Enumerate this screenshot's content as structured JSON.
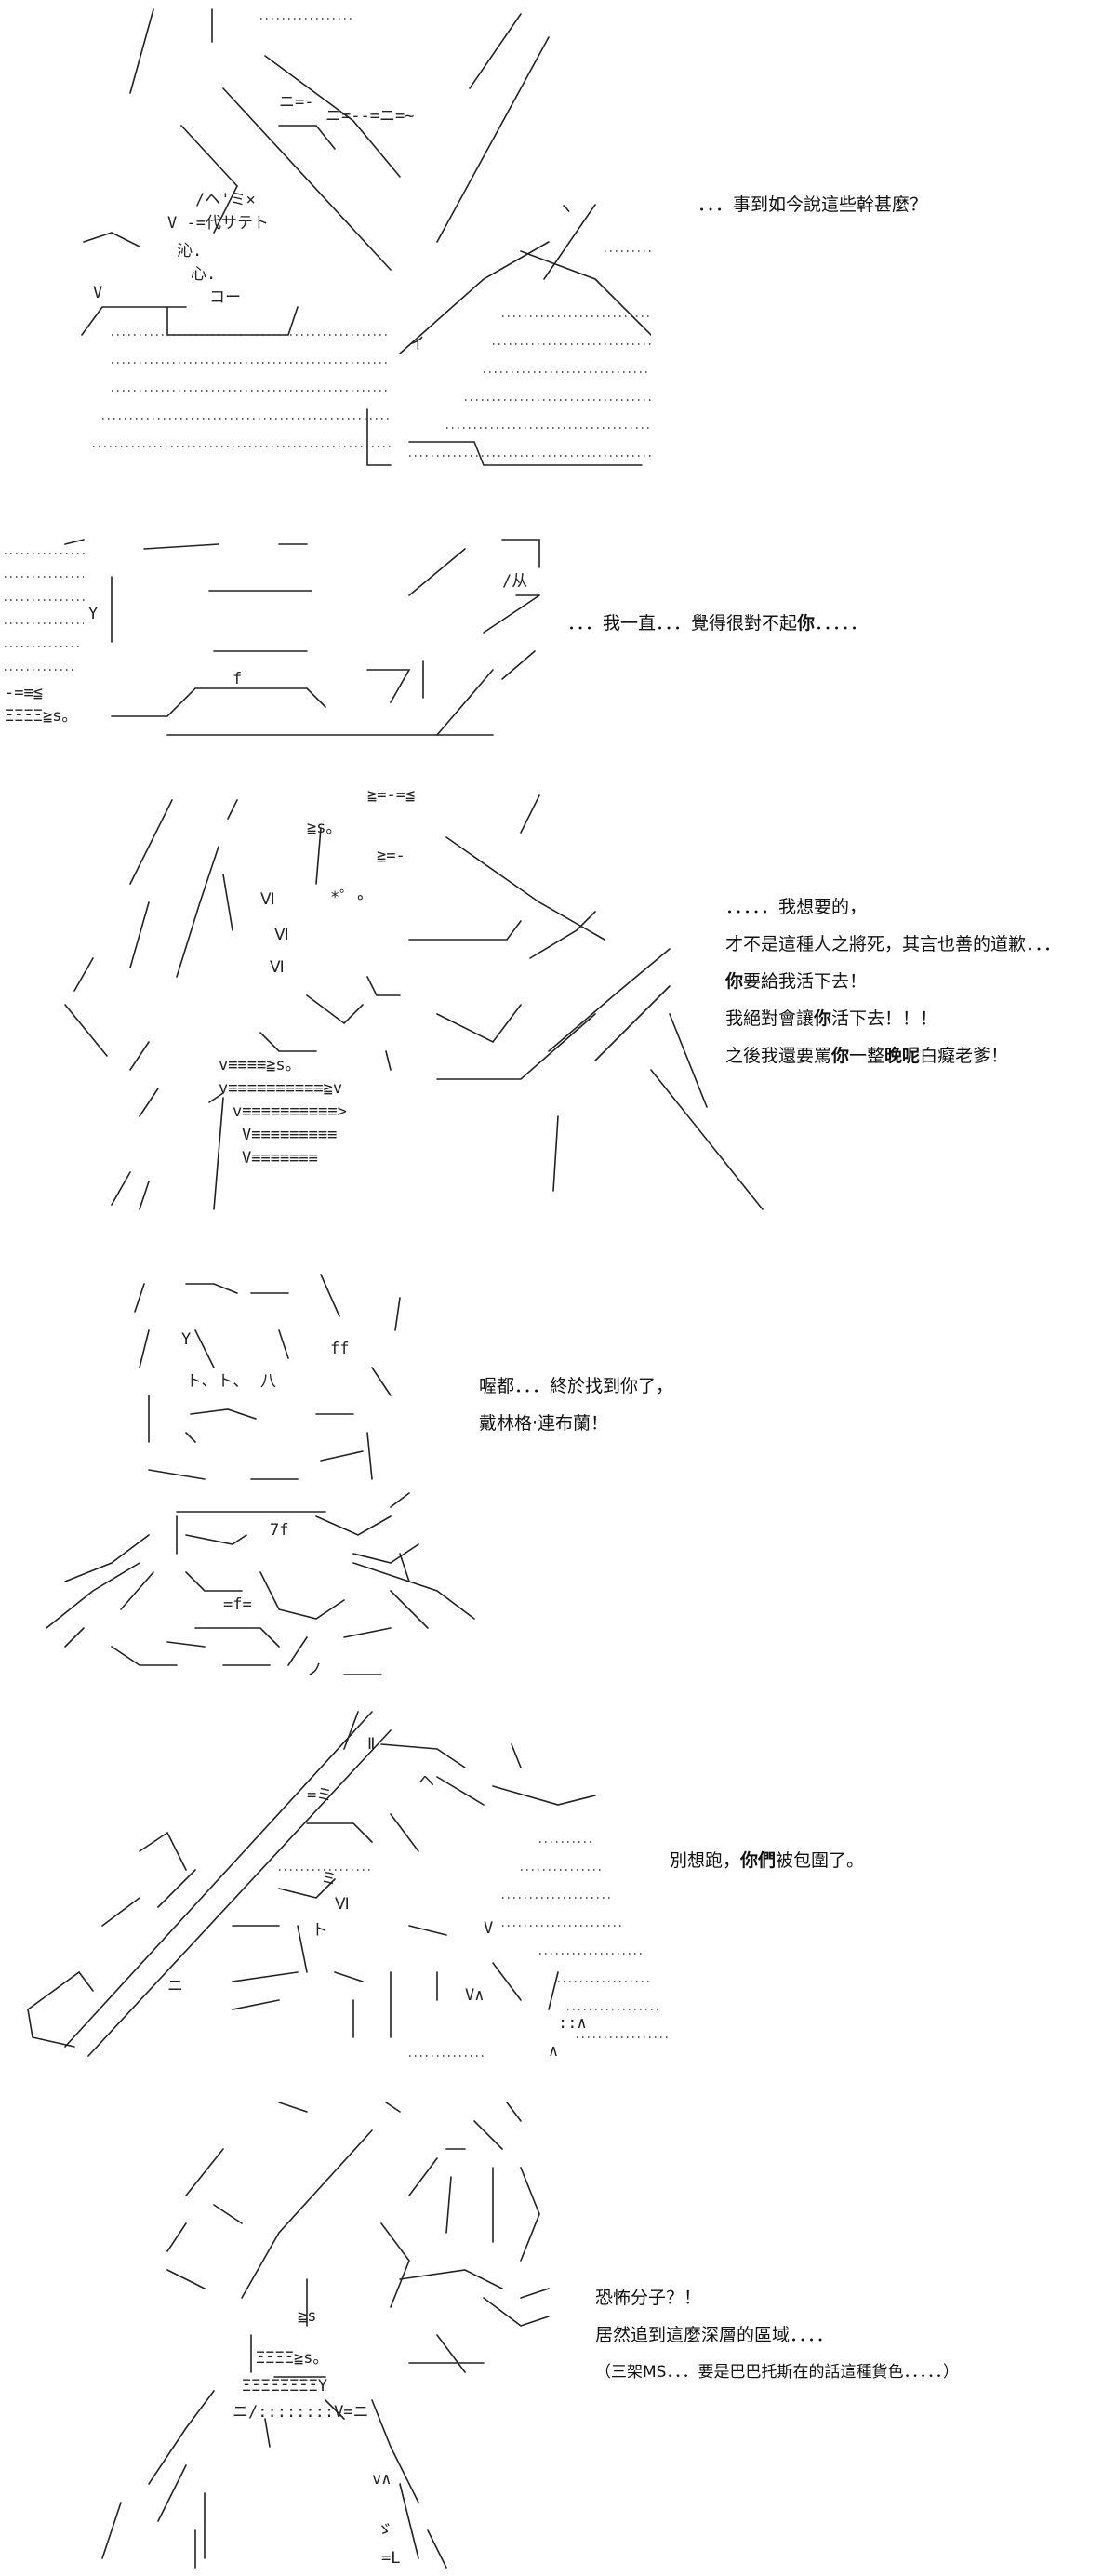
{
  "panels": [
    {
      "id": "panel-1",
      "lines": [
        {
          "segments": [
            {
              "text": "．．．事到如今說這些幹甚麼？"
            }
          ]
        }
      ],
      "art_text": [
        "ニ=-",
        "ニ=--=ニ=~",
        "/ヘ'ミ×",
        "V -=代サテト",
        "沁.",
        "心.",
        "コー",
        "イ",
        "V",
        "ヽ"
      ]
    },
    {
      "id": "panel-2",
      "lines": [
        {
          "segments": [
            {
              "text": "．．．我一直．．．覺得很對不起"
            },
            {
              "text": "你",
              "em": true
            },
            {
              "text": "．．．．．"
            }
          ]
        }
      ],
      "art_text": [
        "-=≡≦",
        "ΞΞΞΞ≧s。",
        "/从",
        "Y",
        "f"
      ]
    },
    {
      "id": "panel-3",
      "lines": [
        {
          "segments": [
            {
              "text": "．．．．．我想要的，"
            }
          ]
        },
        {
          "segments": [
            {
              "text": "才不是這種人之將死，其言也善的道歉．．．"
            }
          ]
        },
        {
          "segments": [
            {
              "text": "你",
              "em": true
            },
            {
              "text": "要給我活下去！"
            }
          ]
        },
        {
          "segments": [
            {
              "text": "我絕對會讓"
            },
            {
              "text": "你",
              "em": true
            },
            {
              "text": "活下去！！！"
            }
          ]
        },
        {
          "segments": [
            {
              "text": "之後我還要罵"
            },
            {
              "text": "你",
              "em": true
            },
            {
              "text": "一整"
            },
            {
              "text": "晚呢",
              "em": true
            },
            {
              "text": "白癡老爹！"
            }
          ]
        }
      ],
      "art_text": [
        "≧=-=≦",
        "≧s。",
        "≧=-",
        "*゜∘",
        "Ⅵ",
        "Ⅵ",
        "Ⅵ",
        "v≡≡≡≡≡≡≡≡≡≡≧v",
        "v≡≡≡≡≡≡≡≡≡≡>",
        "V≡≡≡≡≡≡≡≡≡",
        "V≡≡≡≡≡≡≡",
        "v≡≡≡≡≧s。"
      ]
    },
    {
      "id": "panel-4",
      "lines": [
        {
          "segments": [
            {
              "text": "喔都．．．終於找到你了，"
            }
          ]
        },
        {
          "segments": [
            {
              "text": "戴林格‧連布蘭！"
            }
          ]
        }
      ],
      "art_text": [
        "ト、ト、",
        "八",
        "Y",
        "ff",
        "7f",
        "=f=",
        "ノ"
      ]
    },
    {
      "id": "panel-5",
      "lines": [
        {
          "segments": [
            {
              "text": "別想跑，"
            },
            {
              "text": "你們",
              "em": true
            },
            {
              "text": "被包圍了。"
            }
          ]
        }
      ],
      "art_text": [
        "Ⅱ",
        "=ミ",
        "ヘ",
        "Ⅵ",
        "V",
        "V∧",
        "∧",
        "::∧",
        "ミ",
        "ト",
        "ニ"
      ]
    },
    {
      "id": "panel-6",
      "lines": [
        {
          "segments": [
            {
              "text": "恐怖分子？！"
            }
          ]
        },
        {
          "segments": [
            {
              "text": "居然追到這麼深層的區域．．．．"
            }
          ]
        },
        {
          "segments": [
            {
              "text": "（三架MS．．．要是巴巴托斯在的話這種貨色．．．．．）"
            }
          ]
        }
      ],
      "art_text": [
        "ΞΞΞΞ≧s。",
        "ΞΞΞΞΞΞΞΞY",
        "ニ/::::::::V=ニ",
        "≧s",
        "v∧",
        "ゞ",
        "=L"
      ]
    }
  ]
}
